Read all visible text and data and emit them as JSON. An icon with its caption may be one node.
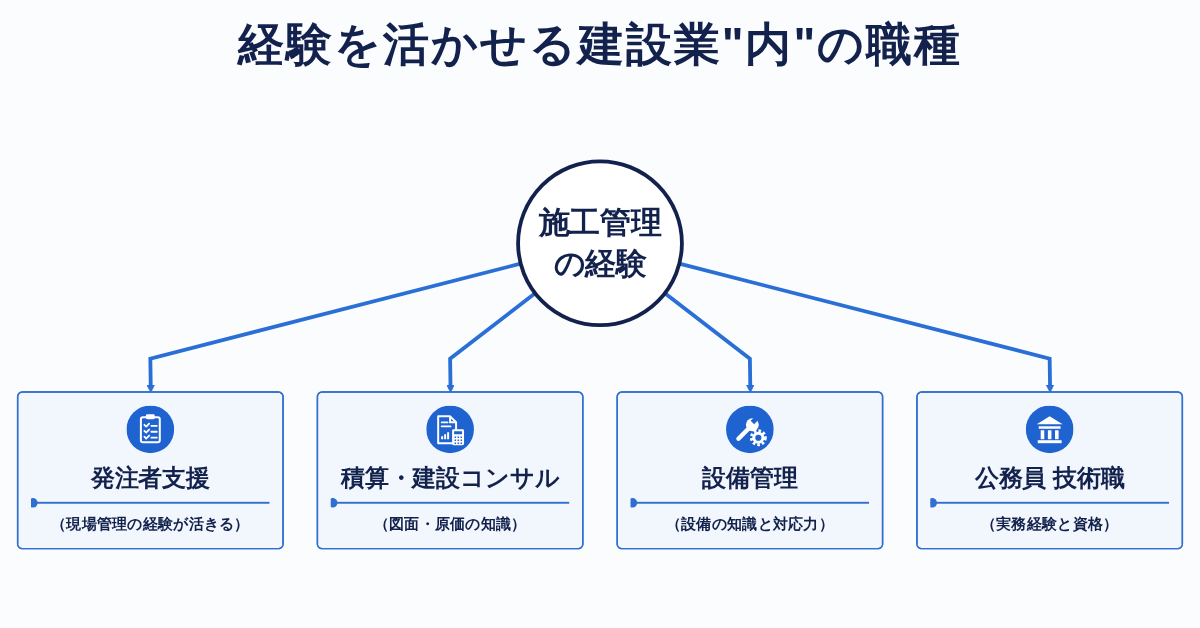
{
  "diagram": {
    "title": "経験を活かせる建設業\"内\"の職種",
    "nodes": [
      {
        "text": [
          "発注者支援",
          "（現場管理の経験が活きる）"
        ]
      },
      {
        "text": [
          "積算・建設コンサル",
          "（図面・原価の知識）"
        ]
      },
      {
        "text": [
          "施工管理の経験"
        ]
      },
      {
        "text": [
          "設備管理",
          "（設備の知識と対応力）"
        ]
      },
      {
        "text": [
          "公務員 技術職",
          "（実務経験と資格）"
        ]
      }
    ],
    "edges": [
      {
        "from": 2,
        "to": 0,
        "arrow": "to"
      },
      {
        "from": 2,
        "to": 1,
        "arrow": "to"
      },
      {
        "from": 2,
        "to": 3,
        "arrow": "to"
      },
      {
        "from": 2,
        "to": 4,
        "arrow": "to"
      }
    ]
  }
}
